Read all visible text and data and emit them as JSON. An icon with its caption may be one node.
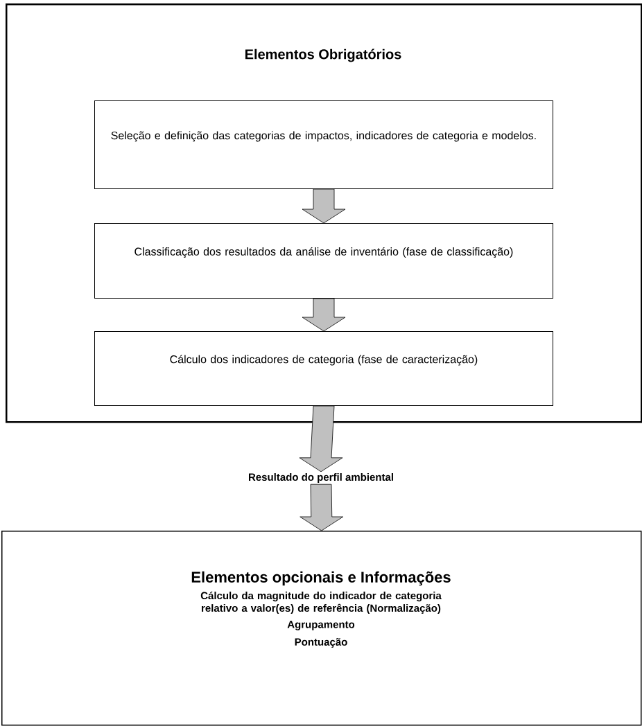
{
  "diagram": {
    "nodes": [
      {
        "text": [
          "Elementos Obrigatórios"
        ]
      },
      {
        "text": [
          "Seleção e definição das categorias de impactos, indicadores de categoria e modelos."
        ],
        "in": 0
      },
      {
        "text": [
          "Classificação dos resultados da análise de inventário (fase de classificação)"
        ],
        "in": 0
      },
      {
        "text": [
          "Cálculo dos indicadores de categoria (fase de caracterização)"
        ],
        "in": 0
      },
      {
        "text": [
          "Resultado do perfil ambiental"
        ]
      },
      {
        "text": [
          "Elementos opcionais e Informações",
          "Cálculo da magnitude do indicador de categoria relativo a valor(es) de referência (Normalização)",
          "Agrupamento",
          "Pontuação"
        ]
      }
    ],
    "edges": [
      {
        "from": 1,
        "to": 2,
        "arrow": "to"
      },
      {
        "from": 2,
        "to": 3,
        "arrow": "to"
      },
      {
        "from": 0,
        "to": 4,
        "arrow": "to"
      },
      {
        "from": 4,
        "to": 5,
        "arrow": "to"
      }
    ]
  }
}
